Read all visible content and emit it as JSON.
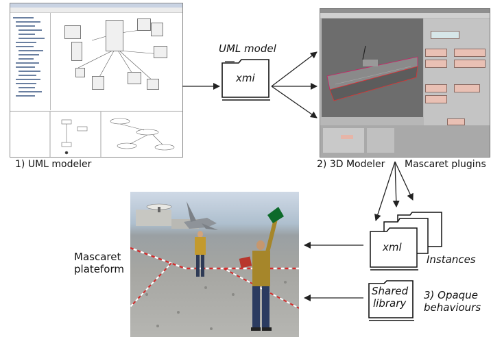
{
  "labels": {
    "uml_modeler": "1) UML modeler",
    "uml_model": "UML model",
    "xmi": "xmi",
    "modeler_3d": "2) 3D Modeler",
    "mascaret_plugins": "Mascaret plugins",
    "xml": "xml",
    "instances": "Instances",
    "mascaret_platform_line1": "Mascaret",
    "mascaret_platform_line2": "plateform",
    "shared_library_line1": "Shared",
    "shared_library_line2": "library",
    "opaque_line1": "3) Opaque",
    "opaque_line2": "behaviours"
  },
  "colors": {
    "arrow": "#222222",
    "folder_fill": "#ffffff",
    "plugin_button": "#e9c0b4",
    "barrier_red": "#d42a2a"
  },
  "icons": {
    "folder": "folder-icon",
    "stacked_folders": "stacked-folder-icon"
  }
}
